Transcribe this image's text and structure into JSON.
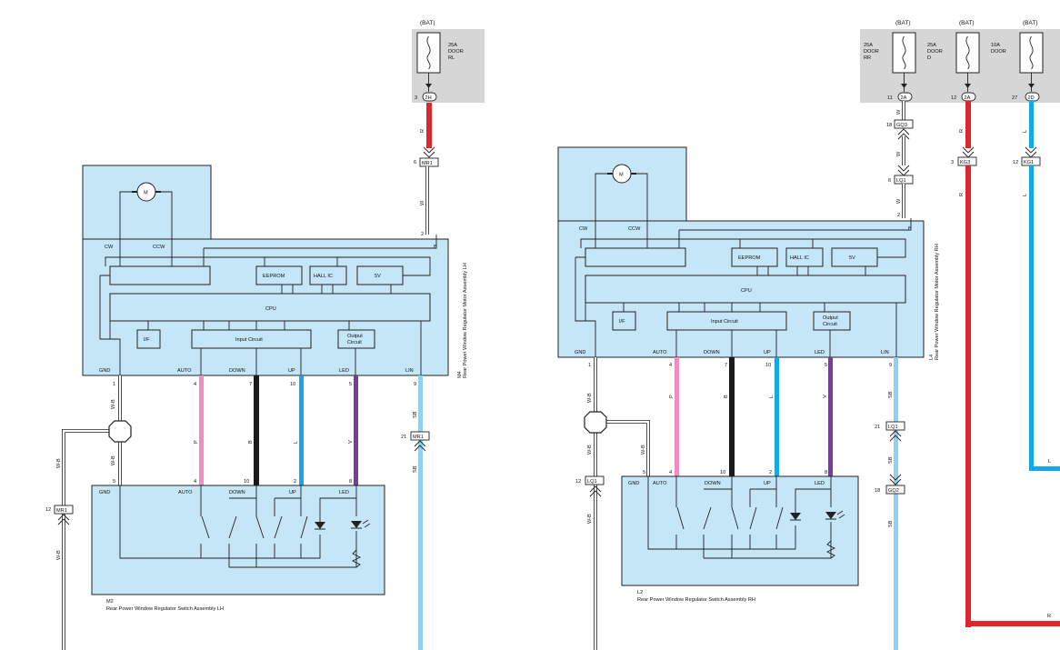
{
  "colors": {
    "red": "#e0262b",
    "black": "#1a1a1a",
    "blue": "#12a9e6",
    "light_blue": "#8fd2f0",
    "pink": "#f08cc0",
    "violet": "#7b3aa0",
    "white": "#ffffff",
    "module_fill": "#c4e6f7",
    "fuse_grey": "#d6d6d6"
  },
  "left": {
    "fuse": {
      "source": "(BAT)",
      "rating": "25A",
      "name_line1": "DOOR",
      "name_line2": "RL",
      "pin": "3",
      "conn": "2H"
    },
    "wire_r": "R",
    "wire_w": "W",
    "conn_mr1_top": {
      "pin": "6",
      "id": "MR1"
    },
    "pin_2": "2",
    "pin_b": "B",
    "motor_assy": {
      "code": "M4",
      "name": "Rear Power Window Regulator Motor Assembly LH",
      "motor": "M",
      "cw": "CW",
      "ccw": "CCW",
      "eeprom": "EEPROM",
      "hall_ic": "HALL IC",
      "v5": "5V",
      "cpu": "CPU",
      "if": "I/F",
      "input_circuit": "Input Circuit",
      "output_circuit_1": "Output",
      "output_circuit_2": "Circuit",
      "terminals": [
        "GND",
        "AUTO",
        "DOWN",
        "UP",
        "LED",
        "LIN"
      ],
      "pins": [
        "1",
        "4",
        "7",
        "10",
        "5",
        "9"
      ]
    },
    "wire_colors": [
      "W-B",
      "P",
      "B",
      "L",
      "V",
      "SB"
    ],
    "conn_mr1_mid": {
      "pin": "21",
      "id": "MR1"
    },
    "wire_sb_lower": "SB",
    "wire_wb_lower": "W-B",
    "conn_mr1_left": {
      "pin": "12",
      "id": "MR1"
    },
    "wire_wb_left": "W-B",
    "wire_wb_bottom": "W-B",
    "switch_assy": {
      "code": "M2",
      "name": "Rear Power Window Regulator Switch Assembly LH",
      "terminals": [
        "GND",
        "AUTO",
        "DOWN",
        "UP",
        "LED"
      ],
      "pins": [
        "5",
        "4",
        "10",
        "2",
        "8"
      ]
    }
  },
  "right": {
    "fuses": [
      {
        "source": "(BAT)",
        "rating": "25A",
        "name_line1": "DOOR",
        "name_line2": "RR",
        "pin": "11",
        "conn": "2A"
      },
      {
        "source": "(BAT)",
        "rating": "25A",
        "name_line1": "DOOR",
        "name_line2": "D",
        "pin": "12",
        "conn": "2A"
      },
      {
        "source": "(BAT)",
        "rating": "10A",
        "name_line1": "DOOR",
        "name_line2": "",
        "pin": "27",
        "conn": "2D"
      }
    ],
    "wire_w": "W",
    "conn_gq3": {
      "pin": "18",
      "id": "GQ3"
    },
    "wire_w2": "W",
    "conn_lq1_top": {
      "pin": "6",
      "id": "LQ1"
    },
    "wire_w3": "W",
    "pin_2": "2",
    "pin_b": "B",
    "wire_r": "R",
    "conn_kg3": {
      "pin": "3",
      "id": "KG3"
    },
    "wire_r2": "R",
    "wire_l": "L",
    "conn_kg1": {
      "pin": "12",
      "id": "KG1"
    },
    "wire_l2": "L",
    "wire_l3": "L",
    "wire_r3": "R",
    "motor_assy": {
      "code": "L4",
      "name": "Rear Power Window Regulator Motor Assembly RH",
      "motor": "M",
      "cw": "CW",
      "ccw": "CCW",
      "eeprom": "EEPROM",
      "hall_ic": "HALL IC",
      "v5": "5V",
      "cpu": "CPU",
      "if": "I/F",
      "input_circuit": "Input Circuit",
      "output_circuit_1": "Output",
      "output_circuit_2": "Circuit",
      "terminals": [
        "GND",
        "AUTO",
        "DOWN",
        "UP",
        "LED",
        "LIN"
      ],
      "pins": [
        "1",
        "4",
        "7",
        "10",
        "5",
        "9"
      ]
    },
    "wire_colors": [
      "W-B",
      "P",
      "B",
      "L",
      "V",
      "SB"
    ],
    "conn_lq1_mid": {
      "pin": "21",
      "id": "LQ1"
    },
    "wire_sb2": "SB",
    "conn_gq2": {
      "pin": "18",
      "id": "GQ2"
    },
    "wire_sb3": "SB",
    "wire_wb2": "W-B",
    "wire_wb3": "W-B",
    "conn_lq1_left": {
      "pin": "12",
      "id": "LQ1"
    },
    "wire_wb4": "W-B",
    "switch_assy": {
      "code": "L2",
      "name": "Rear Power Window Regulator Switch Assembly RH",
      "terminals": [
        "GND",
        "AUTO",
        "DOWN",
        "UP",
        "LED"
      ],
      "pins": [
        "5",
        "4",
        "10",
        "2",
        "8"
      ]
    }
  }
}
